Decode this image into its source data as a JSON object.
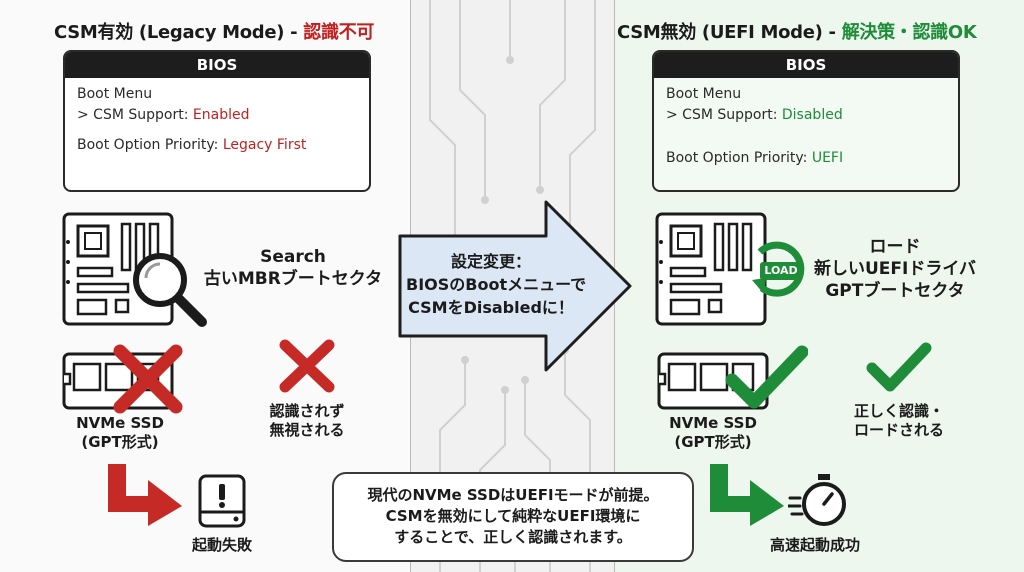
{
  "left": {
    "heading": "CSM有効 (Legacy Mode) - ",
    "heading_suffix": "認識不可",
    "bios": {
      "title": "BIOS",
      "menu": "Boot Menu",
      "csm_label": "> CSM Support: ",
      "csm_value": "Enabled",
      "priority_label": "Boot Option Priority: ",
      "priority_value": "Legacy First"
    },
    "search": [
      "Search",
      "古いMBRブートセクタ"
    ],
    "ssd": [
      "NVMe SSD",
      "(GPT形式)"
    ],
    "status": [
      "認識されず",
      "無視される"
    ],
    "result": "起動失敗",
    "colors": {
      "accent": "#c0201f"
    },
    "icons": [
      "motherboard-icon",
      "magnifier-icon",
      "ssd-icon",
      "cross-icon",
      "drive-error-icon",
      "arrow-icon"
    ]
  },
  "middle": {
    "arrow_text": [
      "設定変更：",
      "BIOSのBootメニューで",
      "CSMをDisabledに！"
    ],
    "colors": {
      "arrow_fill": "#dbe7f4"
    }
  },
  "right": {
    "heading": "CSM無効 (UEFI Mode) - ",
    "heading_suffix": "解決策・認識OK",
    "bios": {
      "title": "BIOS",
      "menu": "Boot Menu",
      "csm_label": "> CSM Support: ",
      "csm_value": "Disabled",
      "priority_label": "Boot Option Priority: ",
      "priority_value": "UEFI"
    },
    "load_badge": "LOAD",
    "load_text": [
      "ロード",
      "新しいUEFIドライバ",
      "GPTブートセクタ"
    ],
    "ssd": [
      "NVMe SSD",
      "(GPT形式)"
    ],
    "status": [
      "正しく認識・",
      "ロードされる"
    ],
    "result": "高速起動成功",
    "colors": {
      "accent": "#1f8c3a"
    },
    "icons": [
      "motherboard-icon",
      "load-arrow-icon",
      "ssd-icon",
      "check-icon",
      "stopwatch-icon",
      "arrow-icon"
    ]
  },
  "callout": [
    "現代のNVMe SSDはUEFIモードが前提。",
    "CSMを無効にして純粋なUEFI環境に",
    "することで、正しく認識されます。"
  ]
}
